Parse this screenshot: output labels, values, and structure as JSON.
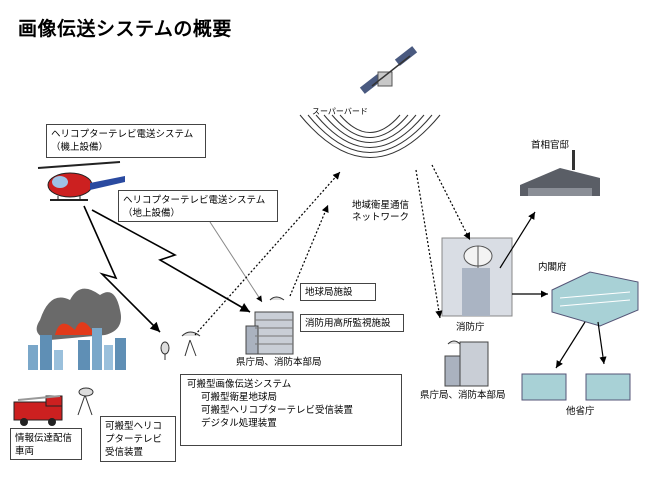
{
  "title": "画像伝送システムの概要",
  "heli_tv_onboard": {
    "line1": "ヘリコプターテレビ電送システム",
    "line2": "（機上設備）"
  },
  "heli_tv_ground": {
    "line1": "ヘリコプターテレビ電送システム",
    "line2": "（地上設備）"
  },
  "superbird": "スーパーバード",
  "satellite_network": {
    "line1": "地域衛星通信",
    "line2": "ネットワーク"
  },
  "earth_station": "地球局施設",
  "fire_monitor": "消防用高所監視施設",
  "pref_office_hq": "県庁局、消防本部局",
  "portable": {
    "line1": "可搬型画像伝送システム",
    "line2": "可搬型衛星地球局",
    "line3": "可搬型ヘリコプターテレビ受信装置",
    "line4": "デジタル処理装置"
  },
  "info_vehicle": {
    "line1": "情報伝達配信",
    "line2": "車両"
  },
  "portable_heli_rx": {
    "line1": "可搬型ヘリコ",
    "line2": "プターテレビ",
    "line3": "受信装置"
  },
  "kantei": "首相官邸",
  "fdma": "消防庁",
  "cabinet": "内閣府",
  "pref_office_hq2": "県庁局、消防本部局",
  "ministries": "他省庁"
}
